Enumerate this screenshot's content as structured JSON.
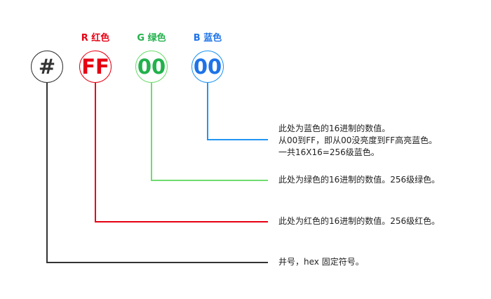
{
  "colors": {
    "hash": "#333333",
    "red": "#e60012",
    "green": "#22b14c",
    "blue": "#1e73e8",
    "green_line": "#6fdc6f",
    "blue_line": "#2196f3",
    "text": "#222222"
  },
  "parts": {
    "hash": {
      "symbol": "#",
      "description": [
        "井号，hex 固定符号。"
      ]
    },
    "red": {
      "label": "R 红色",
      "value": "FF",
      "description": [
        "此处为红色的16进制的数值。256级红色。"
      ]
    },
    "green": {
      "label": "G 绿色",
      "value": "00",
      "description": [
        "此处为绿色的16进制的数值。256级绿色。"
      ]
    },
    "blue": {
      "label": "B 蓝色",
      "value": "00",
      "description": [
        "此处为蓝色的16进制的数值。",
        "从00到FF，即从00没亮度到FF高亮蓝色。",
        "一共16X16=256级蓝色。"
      ]
    }
  }
}
